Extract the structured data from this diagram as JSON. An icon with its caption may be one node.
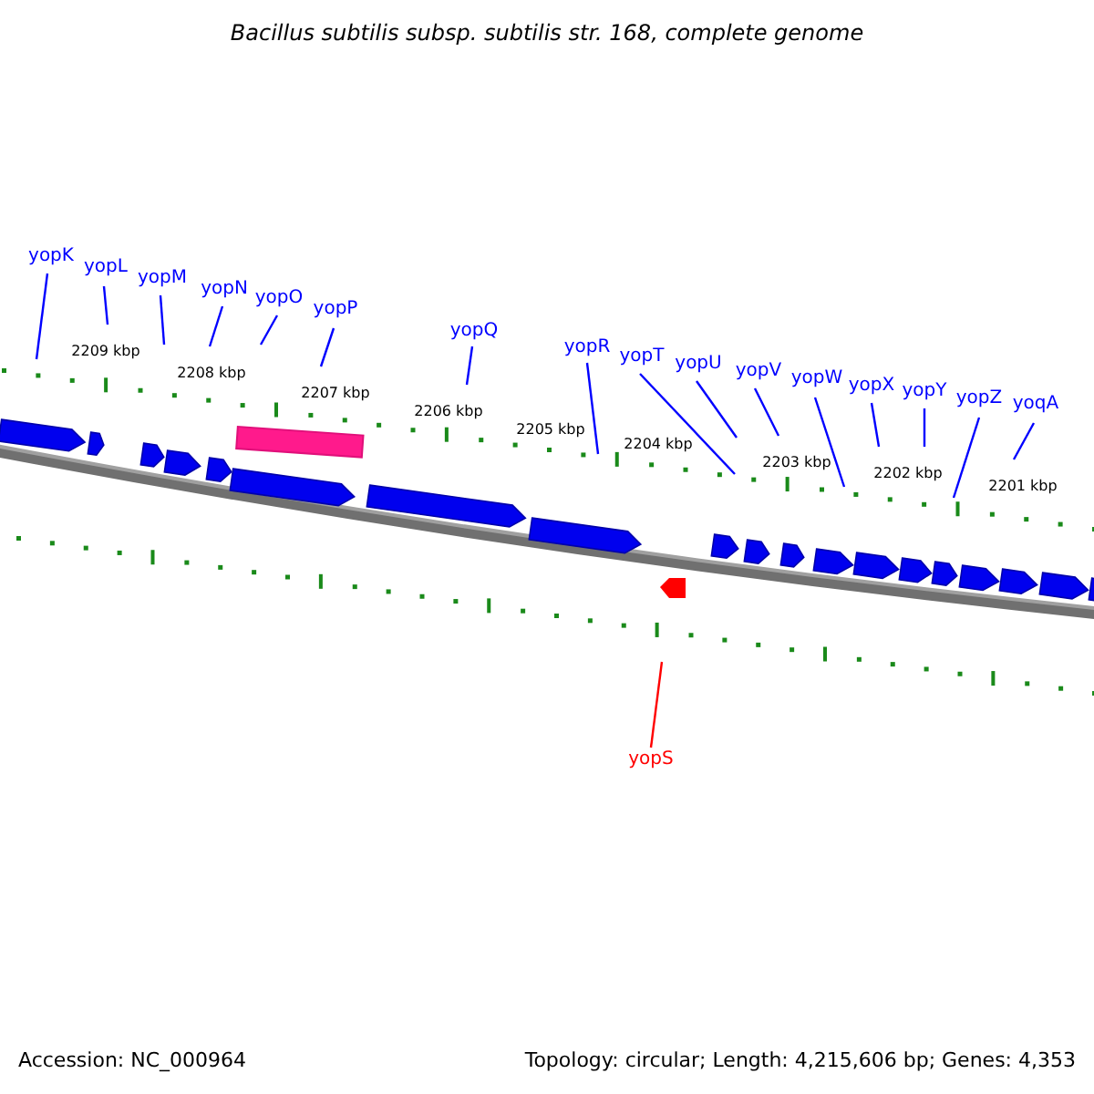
{
  "diagram": {
    "title": "Bacillus subtilis subsp. subtilis str. 168, complete genome",
    "nodes": [
      {
        "text": [
          "yopK"
        ]
      },
      {
        "text": [
          "yopL"
        ]
      },
      {
        "text": [
          "yopM"
        ]
      },
      {
        "text": [
          "yopN"
        ]
      },
      {
        "text": [
          "yopO"
        ]
      },
      {
        "text": [
          "yopP"
        ]
      },
      {
        "text": [
          "yopQ"
        ]
      },
      {
        "text": [
          "yopR"
        ]
      },
      {
        "text": [
          "yopT"
        ]
      },
      {
        "text": [
          "yopU"
        ]
      },
      {
        "text": [
          "yopV"
        ]
      },
      {
        "text": [
          "yopW"
        ]
      },
      {
        "text": [
          "yopX"
        ]
      },
      {
        "text": [
          "yopY"
        ]
      },
      {
        "text": [
          "yopZ"
        ]
      },
      {
        "text": [
          "yoqA"
        ]
      },
      {
        "text": [
          "yopS"
        ]
      }
    ],
    "edges": [
      {
        "from": 0,
        "to": null,
        "arrow": "none"
      },
      {
        "from": 1,
        "to": null,
        "arrow": "none"
      },
      {
        "from": 2,
        "to": null,
        "arrow": "none"
      },
      {
        "from": 3,
        "to": null,
        "arrow": "none"
      },
      {
        "from": 4,
        "to": null,
        "arrow": "none"
      },
      {
        "from": 5,
        "to": null,
        "arrow": "none"
      },
      {
        "from": 6,
        "to": null,
        "arrow": "none"
      },
      {
        "from": 7,
        "to": null,
        "arrow": "none"
      },
      {
        "from": 8,
        "to": null,
        "arrow": "none"
      },
      {
        "from": 9,
        "to": null,
        "arrow": "none"
      },
      {
        "from": 10,
        "to": null,
        "arrow": "none"
      },
      {
        "from": 11,
        "to": null,
        "arrow": "none"
      },
      {
        "from": 12,
        "to": null,
        "arrow": "none"
      },
      {
        "from": 13,
        "to": null,
        "arrow": "none"
      },
      {
        "from": 14,
        "to": null,
        "arrow": "none"
      },
      {
        "from": 15,
        "to": null,
        "arrow": "none"
      },
      {
        "from": 16,
        "to": null,
        "arrow": "none",
        "color": "#ff0000"
      }
    ],
    "labels": [
      "2209 kbp",
      "2208 kbp",
      "2207 kbp",
      "2206 kbp",
      "2205 kbp",
      "2204 kbp",
      "2203 kbp",
      "2202 kbp",
      "2201 kbp",
      "Accession: NC_000964",
      "Topology: circular; Length: 4,215,606 bp; Genes: 4,353"
    ]
  }
}
